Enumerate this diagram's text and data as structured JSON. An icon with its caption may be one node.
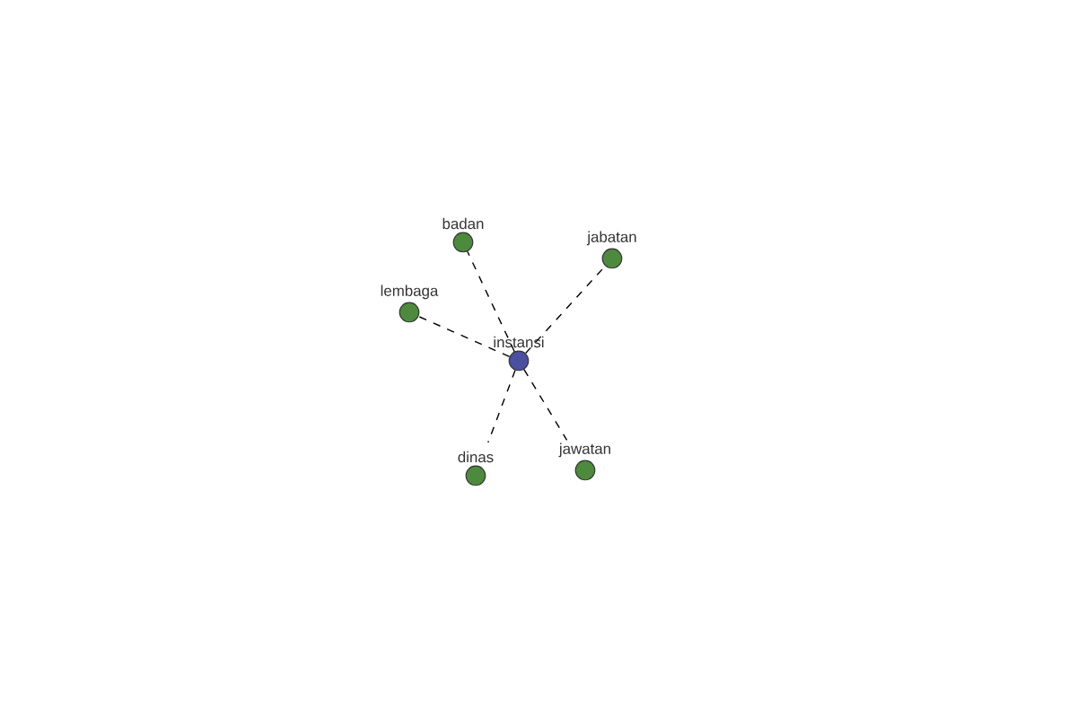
{
  "diagram": {
    "nodes": [
      {
        "text": [
          "instansi"
        ]
      },
      {
        "text": [
          "badan"
        ]
      },
      {
        "text": [
          "jabatan"
        ]
      },
      {
        "text": [
          "lembaga"
        ]
      },
      {
        "text": [
          "dinas"
        ]
      },
      {
        "text": [
          "jawatan"
        ]
      }
    ],
    "edges": [
      {
        "from": 0,
        "to": 1,
        "arrow": "none",
        "style": "dashed"
      },
      {
        "from": 0,
        "to": 2,
        "arrow": "none",
        "style": "dashed"
      },
      {
        "from": 0,
        "to": 3,
        "arrow": "none",
        "style": "dashed"
      },
      {
        "from": 0,
        "to": 4,
        "arrow": "none",
        "style": "dashed"
      },
      {
        "from": 0,
        "to": 5,
        "arrow": "none",
        "style": "dashed"
      }
    ]
  }
}
